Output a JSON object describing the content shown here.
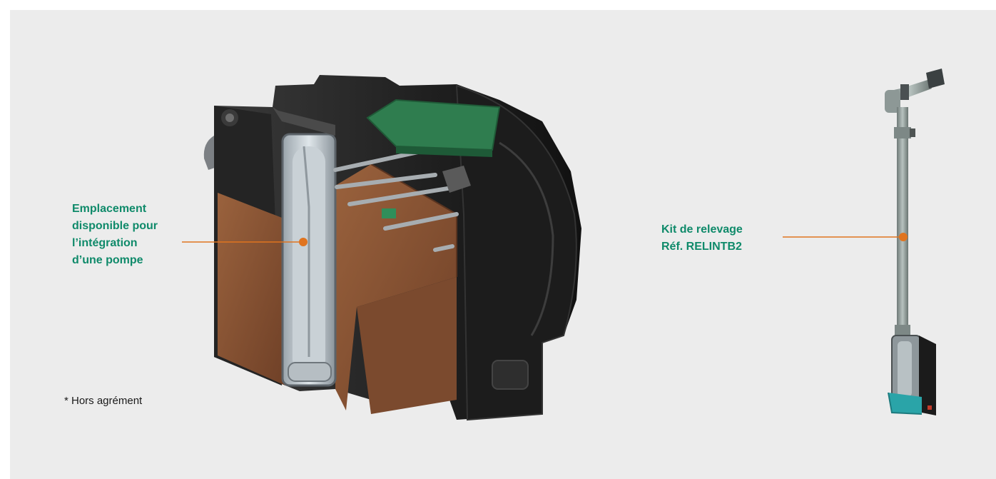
{
  "callouts": {
    "pump_slot": {
      "lines": [
        "Emplacement",
        "disponible pour",
        "l’intégration",
        "d’une pompe"
      ]
    },
    "lift_kit": {
      "lines": [
        "Kit de relevage",
        "Réf. RELINTB2"
      ]
    }
  },
  "footnote": "* Hors agrément",
  "colors": {
    "label_text": "#0f8a6a",
    "leader_line": "#e0741f",
    "panel_background": "#ececec",
    "housing": "#2a2a2a",
    "wood_section": "#8a5534",
    "pcb": "#2f7d4f",
    "pump_base": "#2aa4a8"
  },
  "icons": {
    "tank_illustration": "tank-cutaway-illustration",
    "lift_kit_illustration": "lift-kit-illustration"
  }
}
